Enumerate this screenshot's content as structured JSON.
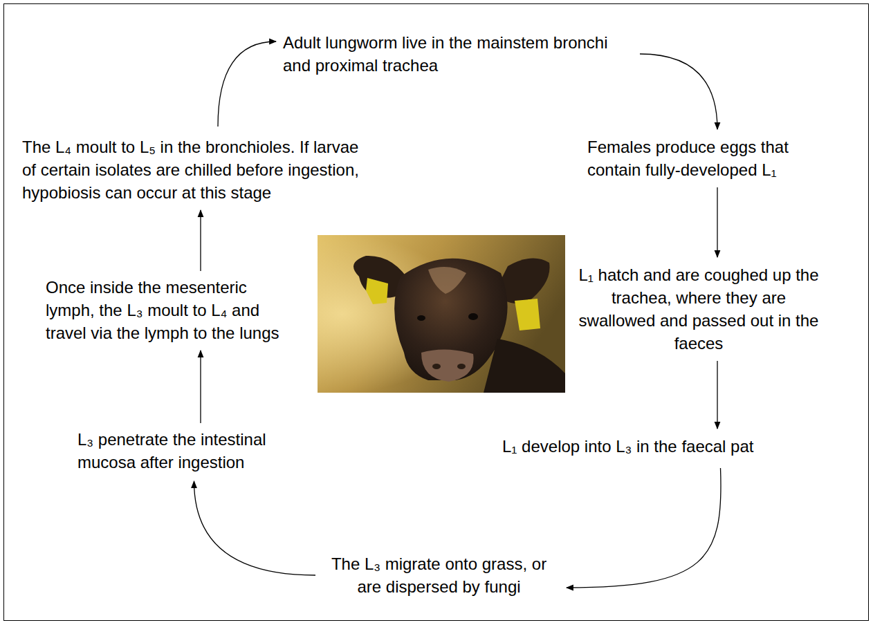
{
  "diagram": {
    "nodes": [
      {
        "text": [
          "Adult lungworm live in the mainstem bronchi and proximal trachea"
        ]
      },
      {
        "text": [
          "Females produce eggs that contain fully-developed L₁"
        ]
      },
      {
        "text": [
          "L₁ hatch and are coughed up the trachea, where they are swallowed and passed out in the faeces"
        ]
      },
      {
        "text": [
          "L₁ develop into L₃ in the faecal pat"
        ]
      },
      {
        "text": [
          "The L₃ migrate onto grass, or are dispersed by fungi"
        ]
      },
      {
        "text": [
          "L₃ penetrate the intestinal mucosa after ingestion"
        ]
      },
      {
        "text": [
          "Once inside the mesenteric lymph, the L₃ moult to L₄ and travel via the lymph to the lungs"
        ]
      },
      {
        "text": [
          "The L₄ moult to L₅ in the bronchioles. If larvae of certain isolates are chilled before ingestion, hypobiosis can occur at this stage"
        ]
      }
    ],
    "edges": [
      {
        "from": 0,
        "to": 1,
        "arrow": "to"
      },
      {
        "from": 1,
        "to": 2,
        "arrow": "to"
      },
      {
        "from": 2,
        "to": 3,
        "arrow": "to"
      },
      {
        "from": 3,
        "to": 4,
        "arrow": "to"
      },
      {
        "from": 4,
        "to": 5,
        "arrow": "to"
      },
      {
        "from": 5,
        "to": 6,
        "arrow": "to"
      },
      {
        "from": 6,
        "to": 7,
        "arrow": "to"
      },
      {
        "from": 7,
        "to": 0,
        "arrow": "to"
      }
    ]
  }
}
